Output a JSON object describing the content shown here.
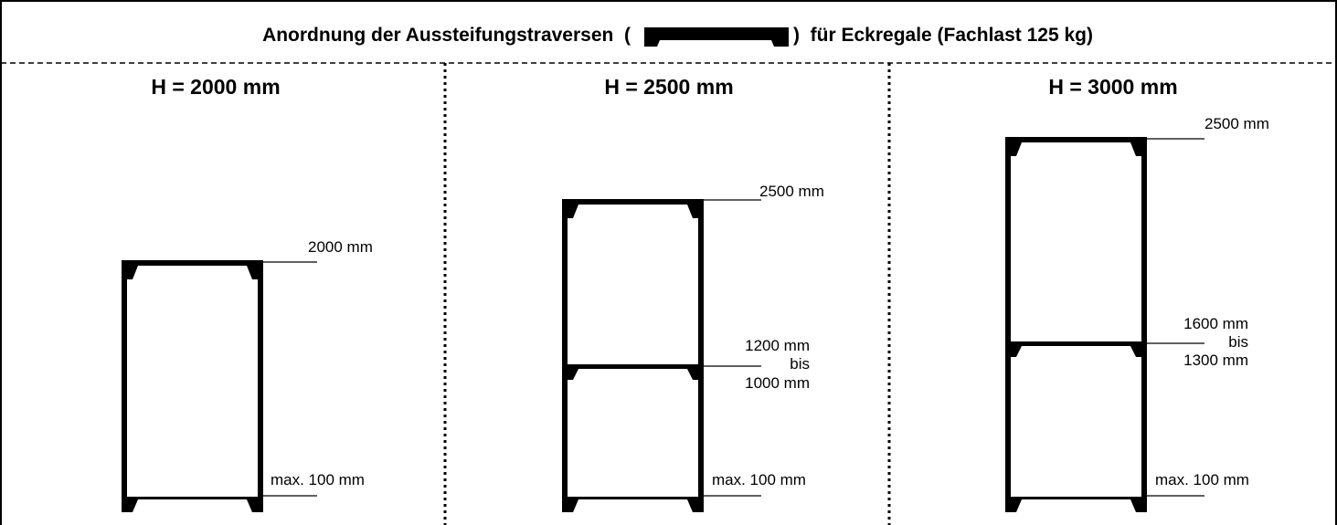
{
  "title": {
    "before": "Anordnung der Aussteifungstraversen  (",
    "after": ")  für Eckregale (Fachlast 125 kg)"
  },
  "columns": [
    {
      "heading": "H = 2000 mm",
      "top_label": "2000 mm",
      "bottom_label": "max. 100 mm"
    },
    {
      "heading": "H = 2500 mm",
      "top_label": "2500 mm",
      "middle_label": [
        "1200 mm",
        "bis",
        "1000 mm"
      ],
      "bottom_label": "max. 100 mm"
    },
    {
      "heading": "H =  3000 mm",
      "top_label": "2500 mm",
      "middle_label": [
        "1600 mm",
        "bis",
        "1300 mm"
      ],
      "bottom_label": "max. 100 mm"
    }
  ]
}
